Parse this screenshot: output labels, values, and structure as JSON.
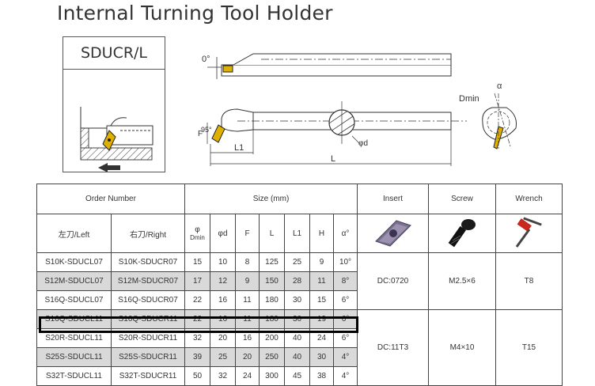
{
  "title": "Internal Turning Tool Holder",
  "model": "SDUCR/L",
  "drawing": {
    "angle0": "0°",
    "angle95": "95°",
    "dim_F": "F",
    "dim_L1": "L1",
    "dim_L": "L",
    "dim_phid": "φd",
    "dim_Dmin": "Dmin",
    "dim_alpha": "α"
  },
  "table": {
    "group_headers": {
      "order": "Order Number",
      "size": "Size (mm)",
      "insert": "Insert",
      "screw": "Screw",
      "wrench": "Wrench"
    },
    "col_headers": {
      "left": "左刀/Left",
      "right": "右刀/Right",
      "phi": "φ",
      "dmin": "Dmin",
      "d": "φd",
      "F": "F",
      "L": "L",
      "L1": "L1",
      "H": "H",
      "alpha": "α°"
    },
    "rows": [
      {
        "left": "S10K-SDUCL07",
        "right": "S10K-SDUCR07",
        "phi": "15",
        "d": "10",
        "F": "8",
        "L": "125",
        "L1": "25",
        "H": "9",
        "alpha": "10°"
      },
      {
        "left": "S12M-SDUCL07",
        "right": "S12M-SDUCR07",
        "phi": "17",
        "d": "12",
        "F": "9",
        "L": "150",
        "L1": "28",
        "H": "11",
        "alpha": "8°"
      },
      {
        "left": "S16Q-SDUCL07",
        "right": "S16Q-SDUCR07",
        "phi": "22",
        "d": "16",
        "F": "11",
        "L": "180",
        "L1": "30",
        "H": "15",
        "alpha": "6°"
      },
      {
        "left": "S16Q-SDUCL11",
        "right": "S16Q-SDUCR11",
        "phi": "22",
        "d": "16",
        "F": "11",
        "L": "180",
        "L1": "30",
        "H": "19",
        "alpha": "6°"
      },
      {
        "left": "S20R-SDUCL11",
        "right": "S20R-SDUCR11",
        "phi": "32",
        "d": "20",
        "F": "16",
        "L": "200",
        "L1": "40",
        "H": "24",
        "alpha": "6°"
      },
      {
        "left": "S25S-SDUCL11",
        "right": "S25S-SDUCR11",
        "phi": "39",
        "d": "25",
        "F": "20",
        "L": "250",
        "L1": "40",
        "H": "30",
        "alpha": "4°"
      },
      {
        "left": "S32T-SDUCL11",
        "right": "S32T-SDUCR11",
        "phi": "50",
        "d": "32",
        "F": "24",
        "L": "300",
        "L1": "45",
        "H": "38",
        "alpha": "4°"
      }
    ],
    "group1": {
      "insert": "DC:0720",
      "screw": "M2.5×6",
      "wrench": "T8"
    },
    "group2": {
      "insert": "DC:11T3",
      "screw": "M4×10",
      "wrench": "T15"
    }
  },
  "icons": {
    "insert": "insert-icon",
    "screw": "screw-icon",
    "wrench": "hex-wrench-icon"
  },
  "colors": {
    "insert": "#7a6f8f",
    "highlight": "#000000",
    "shade": "#d9d9d9"
  }
}
